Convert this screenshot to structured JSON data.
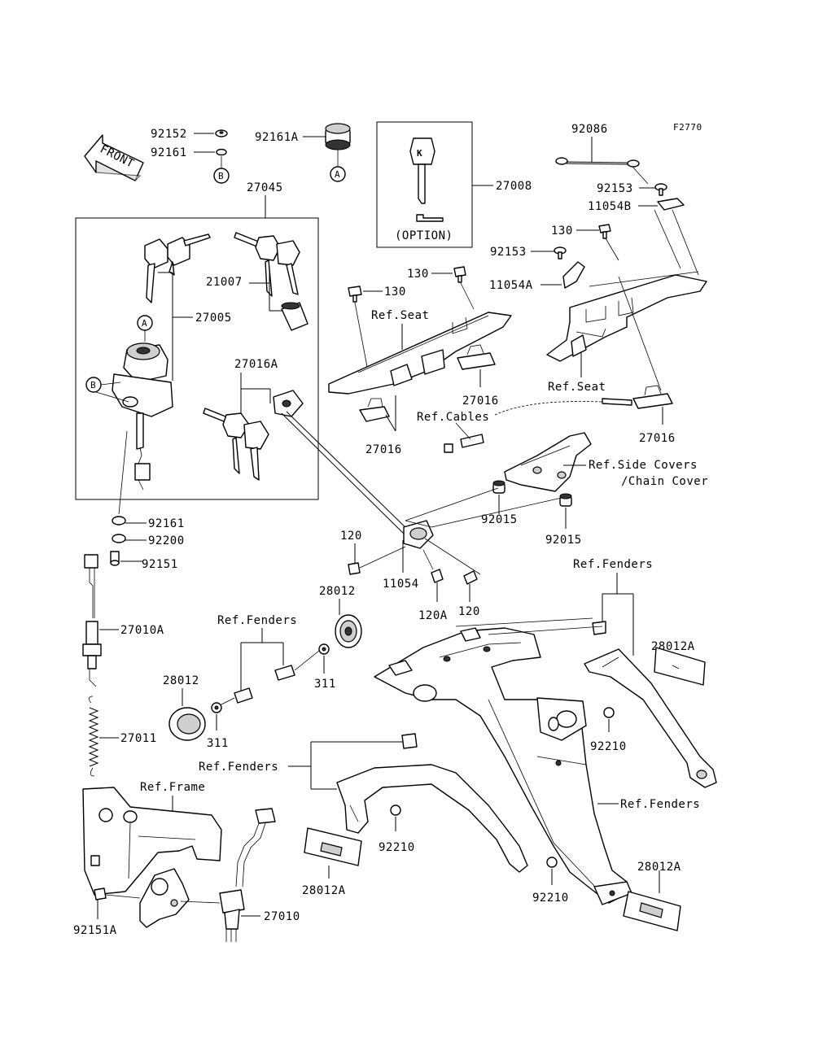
{
  "figure_code": "F2770",
  "front_arrow": "FRONT",
  "callouts": {
    "a": "A",
    "b": "B"
  },
  "labels": {
    "p92152": "92152",
    "p92161_top": "92161",
    "p92161A": "92161A",
    "p27045": "27045",
    "p21007": "21007",
    "p27005": "27005",
    "p27016A": "27016A",
    "p27008": "27008",
    "option": "(OPTION)",
    "p92086": "92086",
    "p92153_right": "92153",
    "p11054B": "11054B",
    "p130_right": "130",
    "p92153_mid": "92153",
    "p11054A": "11054A",
    "p130_a": "130",
    "p130_b": "130",
    "ref_seat_left": "Ref.Seat",
    "ref_seat_right": "Ref.Seat",
    "p27016_a": "27016",
    "p27016_b": "27016",
    "p27016_c": "27016",
    "ref_cables": "Ref.Cables",
    "ref_side_covers": "Ref.Side Covers",
    "chain_cover": "/Chain Cover",
    "p92015_a": "92015",
    "p92015_b": "92015",
    "p92161_low": "92161",
    "p92200": "92200",
    "p92151": "92151",
    "p120_a": "120",
    "p11054": "11054",
    "p120A": "120A",
    "p120_b": "120",
    "ref_fenders_top": "Ref.Fenders",
    "p28012_top": "28012",
    "p27010A": "27010A",
    "ref_fenders_mid": "Ref.Fenders",
    "p28012A_right": "28012A",
    "p28012_left": "28012",
    "p311_a": "311",
    "p311_b": "311",
    "p92210_a": "92210",
    "p27011": "27011",
    "ref_fenders_left": "Ref.Fenders",
    "ref_frame": "Ref.Frame",
    "ref_fenders_right": "Ref.Fenders",
    "p92210_b": "92210",
    "p28012A_left": "28012A",
    "p28012A_bottom": "28012A",
    "p92210_c": "92210",
    "p92151A": "92151A",
    "p27010": "27010"
  }
}
